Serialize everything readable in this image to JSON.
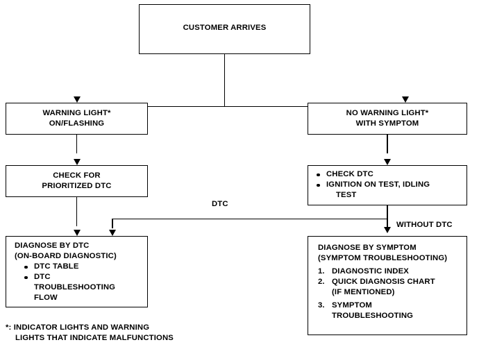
{
  "diagram": {
    "title_node": {
      "label": "CUSTOMER ARRIVES"
    },
    "nodes": {
      "warning_light": {
        "line1": "WARNING LIGHT*",
        "line2": "ON/FLASHING"
      },
      "no_warning_light": {
        "line1": "NO WARNING LIGHT*",
        "line2": "WITH SYMPTOM"
      },
      "check_for_prioritized": {
        "line1": "CHECK FOR",
        "line2": "PRIORITIZED DTC"
      },
      "check_dtc": {
        "bullets": [
          "CHECK DTC",
          "IGNITION ON TEST, IDLING"
        ],
        "bullet2_cont": "TEST"
      },
      "diagnose_by_dtc": {
        "line1": "DIAGNOSE BY DTC",
        "line2": "(ON-BOARD DIAGNOSTIC)",
        "bullets": [
          "DTC TABLE",
          "DTC"
        ],
        "bullet2_cont1": "TROUBLESHOOTING",
        "bullet2_cont2": "FLOW"
      },
      "diagnose_by_symptom": {
        "line1": "DIAGNOSE BY SYMPTOM",
        "line2": "(SYMPTOM TROUBLESHOOTING)",
        "items": [
          {
            "num": "1.",
            "text": "DIAGNOSTIC INDEX"
          },
          {
            "num": "2.",
            "text": "QUICK DIAGNOSIS CHART",
            "cont": "(IF MENTIONED)"
          },
          {
            "num": "3.",
            "text": "SYMPTOM",
            "cont": "TROUBLESHOOTING"
          }
        ]
      }
    },
    "edge_labels": {
      "dtc": "DTC",
      "without_dtc": "WITHOUT DTC"
    },
    "footnote": {
      "line1": "*: INDICATOR LIGHTS AND WARNING",
      "line2": "LIGHTS THAT INDICATE MALFUNCTIONS"
    },
    "colors": {
      "stroke": "#000000",
      "fill": "#ffffff",
      "text": "#000000"
    }
  }
}
